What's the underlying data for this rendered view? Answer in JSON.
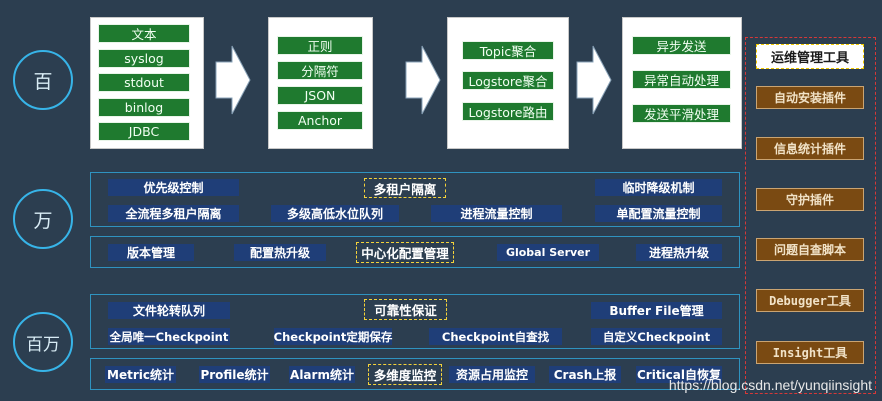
{
  "levels": {
    "bai": "百",
    "wan": "万",
    "baiwan": "百万"
  },
  "pipeline": {
    "input": [
      "文本",
      "syslog",
      "stdout",
      "binlog",
      "JDBC"
    ],
    "process": [
      "正则",
      "分隔符",
      "JSON",
      "Anchor"
    ],
    "aggregate": [
      "Topic聚合",
      "Logstore聚合",
      "Logstore路由"
    ],
    "send": [
      "异步发送",
      "异常自动处理",
      "发送平滑处理"
    ]
  },
  "wan": {
    "isolation": {
      "priority": "优先级控制",
      "multi_tenant": "多租户隔离",
      "degrade": "临时降级机制",
      "full_flow": "全流程多租户隔离",
      "watermark": "多级高低水位队列",
      "process_flow": "进程流量控制",
      "single_config": "单配置流量控制"
    },
    "config": {
      "version": "版本管理",
      "hot_upgrade": "配置热升级",
      "central": "中心化配置管理",
      "global_server": "Global Server",
      "process_upgrade": "进程热升级"
    }
  },
  "baiwan": {
    "reliability": {
      "rotate_queue": "文件轮转队列",
      "title": "可靠性保证",
      "buffer_file": "Buffer File管理",
      "unique_checkpoint": "全局唯一Checkpoint",
      "save_checkpoint": "Checkpoint定期保存",
      "find_checkpoint": "Checkpoint自查找",
      "custom_checkpoint": "自定义Checkpoint"
    },
    "monitor": {
      "metric": "Metric统计",
      "profile": "Profile统计",
      "alarm": "Alarm统计",
      "multi_dim": "多维度监控",
      "resource": "资源占用监控",
      "crash": "Crash上报",
      "critical": "Critical自恢复"
    }
  },
  "tools": {
    "title": "运维管理工具",
    "items": [
      "自动安装插件",
      "信息统计插件",
      "守护插件",
      "问题自查脚本",
      "Debugger工具",
      "Insight工具"
    ]
  },
  "watermark": "https://blog.csdn.net/yunqiinsight",
  "colors": {
    "background": "#2c3e50",
    "green": "#1f7a2f",
    "navy": "#1f3e78",
    "brown": "#7a4a12",
    "dashed_yellow": "#f5d33a",
    "dashed_red": "#d63838"
  }
}
